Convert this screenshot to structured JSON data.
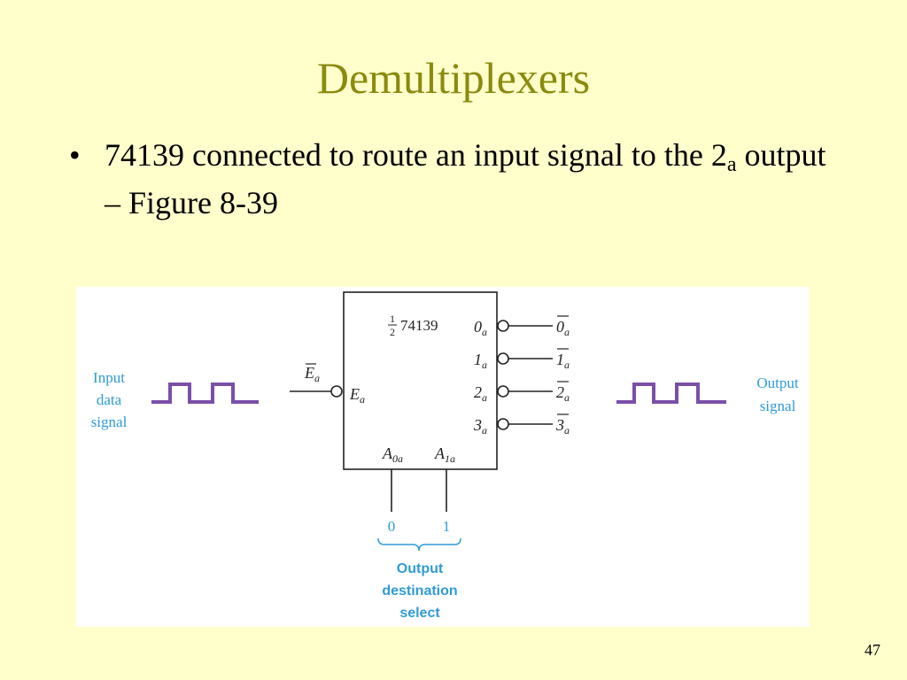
{
  "slide": {
    "title": "Demultiplexers",
    "bullet": {
      "prefix": "74139 connected to route an input signal to the 2",
      "subscript": "a",
      "suffix": " output – Figure 8-39"
    },
    "page_number": "47"
  },
  "figure": {
    "chip": {
      "fraction_numerator": "1",
      "fraction_denominator": "2",
      "name": "74139",
      "enable_input": {
        "base": "E",
        "sub": "a"
      },
      "outputs": [
        {
          "base": "0",
          "sub": "a"
        },
        {
          "base": "1",
          "sub": "a"
        },
        {
          "base": "2",
          "sub": "a"
        },
        {
          "base": "3",
          "sub": "a"
        }
      ],
      "select_inputs": [
        {
          "base": "A",
          "sub": "0a"
        },
        {
          "base": "A",
          "sub": "1a"
        }
      ]
    },
    "enable_line_label": {
      "base": "E",
      "sub": "a"
    },
    "output_line_labels": [
      {
        "base": "0",
        "sub": "a"
      },
      {
        "base": "1",
        "sub": "a"
      },
      {
        "base": "2",
        "sub": "a"
      },
      {
        "base": "3",
        "sub": "a"
      }
    ],
    "select_values": [
      "0",
      "1"
    ],
    "input_signal_label": [
      "Input",
      "data",
      "signal"
    ],
    "output_signal_label": [
      "Output",
      "signal"
    ],
    "select_caption": [
      "Output",
      "destination",
      "select"
    ],
    "colors": {
      "waveform": "#7a4fa8",
      "annotation": "#2e9bd6",
      "line": "#222222"
    }
  }
}
